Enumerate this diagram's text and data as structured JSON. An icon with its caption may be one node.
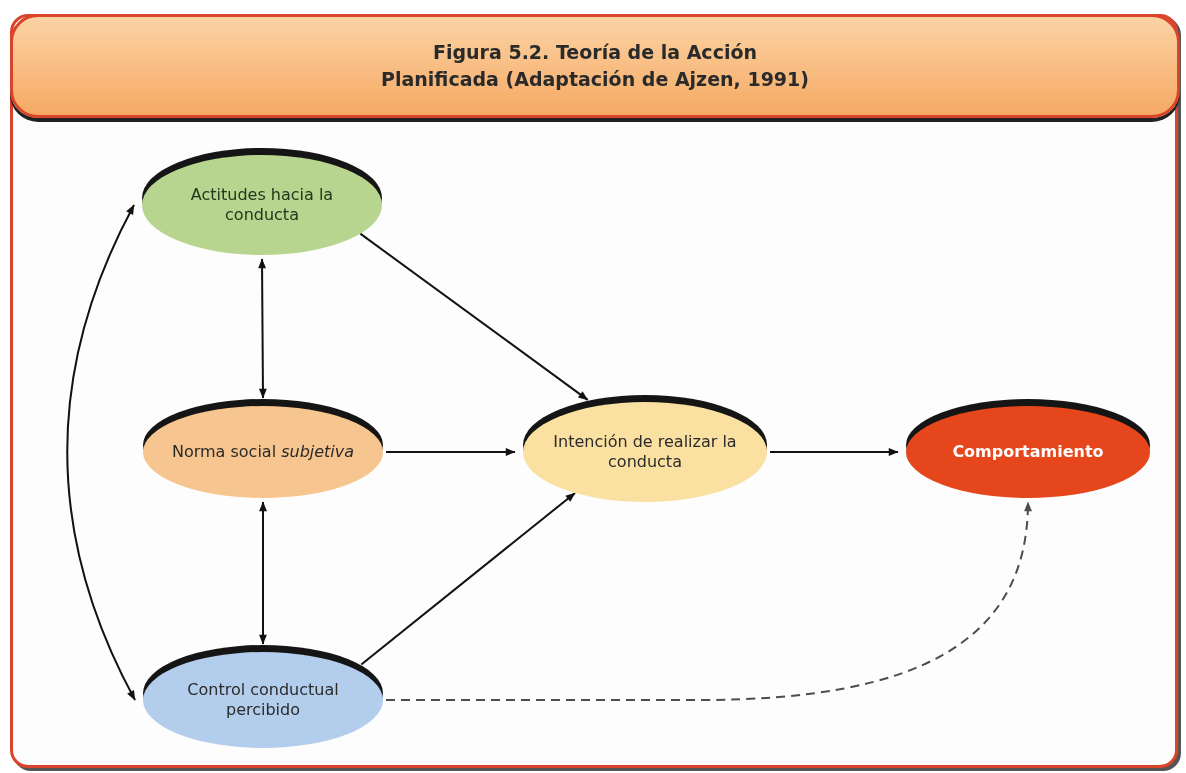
{
  "diagram": {
    "title": "Figura 5.2. Teoría de la Acción Planificada (Adaptación de Ajzen, 1991)",
    "nodes": [
      {
        "text": [
          "Actitudes hacia la conducta"
        ]
      },
      {
        "text": [
          "Norma social *subjetiva*"
        ]
      },
      {
        "text": [
          "Control conductual percibido"
        ]
      },
      {
        "text": [
          "Intención de realizar la conducta"
        ]
      },
      {
        "text": [
          "Comportamiento"
        ]
      }
    ],
    "edges": [
      {
        "from": 0,
        "to": 1,
        "arrow": "both"
      },
      {
        "from": 1,
        "to": 2,
        "arrow": "both"
      },
      {
        "from": 0,
        "to": 2,
        "arrow": "both"
      },
      {
        "from": 0,
        "to": 3,
        "arrow": "to"
      },
      {
        "from": 1,
        "to": 3,
        "arrow": "to"
      },
      {
        "from": 2,
        "to": 3,
        "arrow": "to"
      },
      {
        "from": 3,
        "to": 4,
        "arrow": "to"
      },
      {
        "from": 2,
        "to": 4,
        "arrow": "to",
        "style": "dashed",
        "color": "#4d4d4d"
      }
    ]
  }
}
